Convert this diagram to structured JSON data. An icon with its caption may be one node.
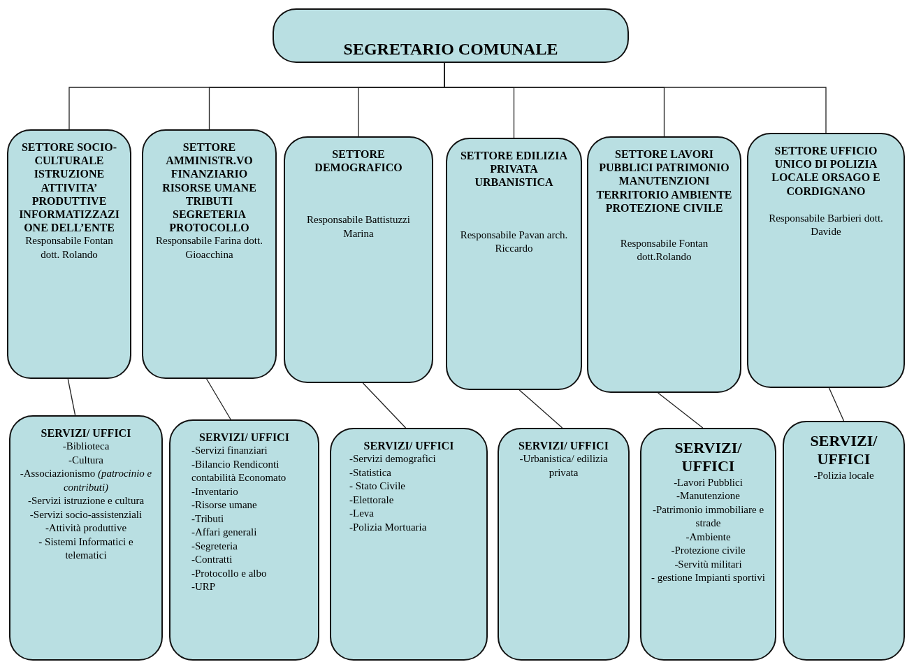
{
  "diagram": {
    "nodes": [
      {
        "text": [
          "SEGRETARIO COMUNALE"
        ]
      },
      {
        "text": [
          "SETTORE SOCIO-CULTURALE ISTRUZIONE ATTIVITA’ PRODUTTIVE INFORMATIZZAZIONE DELL’ENTE",
          "Responsabile Fontan dott. Rolando"
        ]
      },
      {
        "text": [
          "SETTORE AMMINISTR.VO FINANZIARIO RISORSE UMANE TRIBUTI SEGRETERIA PROTOCOLLO",
          "Responsabile Farina dott. Gioacchina"
        ]
      },
      {
        "text": [
          "SETTORE DEMOGRAFICO",
          "Responsabile Battistuzzi Marina"
        ]
      },
      {
        "text": [
          "SETTORE EDILIZIA PRIVATA URBANISTICA",
          "Responsabile Pavan arch. Riccardo"
        ]
      },
      {
        "text": [
          "SETTORE LAVORI PUBBLICI PATRIMONIO MANUTENZIONI TERRITORIO AMBIENTE PROTEZIONE CIVILE",
          "Responsabile Fontan dott.Rolando"
        ]
      },
      {
        "text": [
          "SETTORE UFFICIO UNICO DI POLIZIA LOCALE ORSAGO E CORDIGNANO",
          "Responsabile Barbieri dott. Davide"
        ]
      },
      {
        "text": [
          "SERVIZI/ UFFICI",
          "-Biblioteca",
          "-Cultura",
          "-Associazionismo *(patrocinio e contributi)*",
          "-Servizi istruzione e cultura",
          "-Servizi socio-assistenziali",
          "-Attività produttive",
          "- Sistemi Informatici e telematici"
        ]
      },
      {
        "text": [
          "SERVIZI/ UFFICI",
          "-Servizi finanziari",
          "-Bilancio Rendiconti contabilità Economato",
          "-Inventario",
          "-Risorse umane",
          "-Tributi",
          "-Affari generali",
          "-Segreteria",
          "-Contratti",
          "-Protocollo e albo",
          "-URP"
        ]
      },
      {
        "text": [
          "SERVIZI/ UFFICI",
          "-Servizi demografici",
          "-Statistica",
          "- Stato Civile",
          "-Elettorale",
          "-Leva",
          "-Polizia Mortuaria"
        ]
      },
      {
        "text": [
          "SERVIZI/ UFFICI",
          "-Urbanistica/ edilizia privata"
        ]
      },
      {
        "text": [
          "SERVIZI/ UFFICI",
          "-Lavori Pubblici",
          "-Manutenzione",
          "-Patrimonio immobiliare e strade",
          "-Ambiente",
          "-Protezione civile",
          "-Servitù militari",
          "- gestione Impianti sportivi"
        ]
      },
      {
        "text": [
          "SERVIZI/ UFFICI",
          "-Polizia locale"
        ]
      }
    ],
    "edges": [
      {
        "from": 0,
        "to": 1,
        "arrow": "none"
      },
      {
        "from": 0,
        "to": 2,
        "arrow": "none"
      },
      {
        "from": 0,
        "to": 3,
        "arrow": "none"
      },
      {
        "from": 0,
        "to": 4,
        "arrow": "none"
      },
      {
        "from": 0,
        "to": 5,
        "arrow": "none"
      },
      {
        "from": 0,
        "to": 6,
        "arrow": "none"
      },
      {
        "from": 1,
        "to": 7,
        "arrow": "none"
      },
      {
        "from": 2,
        "to": 8,
        "arrow": "none"
      },
      {
        "from": 3,
        "to": 9,
        "arrow": "none"
      },
      {
        "from": 4,
        "to": 10,
        "arrow": "none"
      },
      {
        "from": 5,
        "to": 11,
        "arrow": "none"
      },
      {
        "from": 6,
        "to": 12,
        "arrow": "none"
      }
    ]
  }
}
